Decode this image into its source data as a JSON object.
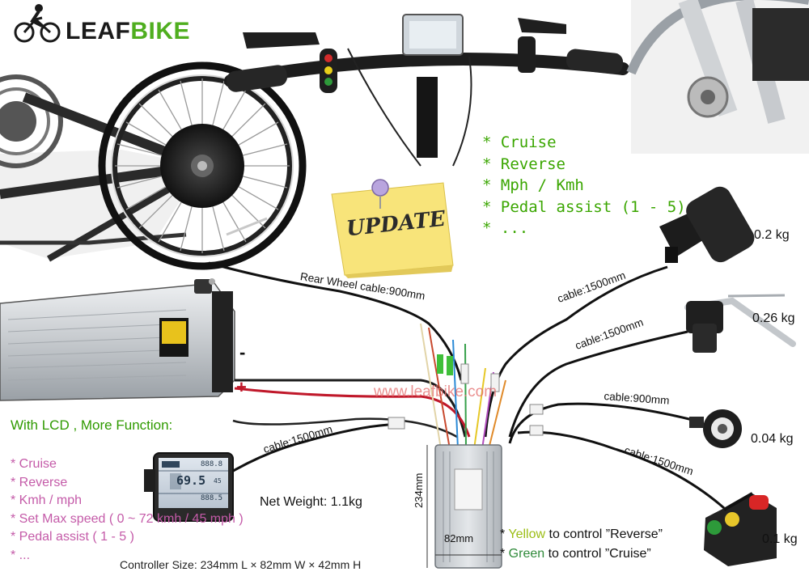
{
  "brand": {
    "name": "LEAFBIKE",
    "name_leaf": "LEAF",
    "name_bike": "BIKE",
    "green": "#4fae1f",
    "dark": "#1a1a1a"
  },
  "watermark": "www.leafbike.com",
  "update_note": "UPDATE",
  "top_features": [
    "* Cruise",
    "* Reverse",
    "* Mph / Kmh",
    "* Pedal assist (1 - 5)",
    "* ..."
  ],
  "lcd_section": {
    "title": "With LCD , More Function:",
    "items": [
      "* Cruise",
      "* Reverse",
      "* Kmh / mph",
      "* Set Max speed ( 0 ~ 72 kmh / 45 mph )",
      "* Pedal assist ( 1 - 5 )",
      "* ..."
    ]
  },
  "net_weight": "Net Weight: 1.1kg",
  "cables": {
    "rear_wheel": "Rear Wheel cable:900mm",
    "throttle": "cable:1500mm",
    "brake": "cable:1500mm",
    "pas": "cable:900mm",
    "switch": "cable:1500mm",
    "lcd": "cable:1500mm"
  },
  "weights": {
    "throttle": "0.2 kg",
    "brake": "0.26 kg",
    "pas": "0.04 kg",
    "switch": "0.1 kg"
  },
  "battery": {
    "minus": "-",
    "plus": "+"
  },
  "controller": {
    "height_label": "234mm",
    "width_label": "82mm",
    "size_line": "Controller Size: 234mm L × 82mm W × 42mm H"
  },
  "switch_notes": {
    "yellow": {
      "prefix": "* ",
      "color_word": "Yellow",
      "rest": " to control ”Reverse”",
      "color": "#9bbd14"
    },
    "green": {
      "prefix": "* ",
      "color_word": "Green",
      "rest": " to control ”Cruise”",
      "color": "#2f8a3a"
    }
  },
  "lcd_screen": {
    "speed": "69.5",
    "odo": "888.8",
    "trip": "888.5",
    "bars": "45"
  }
}
